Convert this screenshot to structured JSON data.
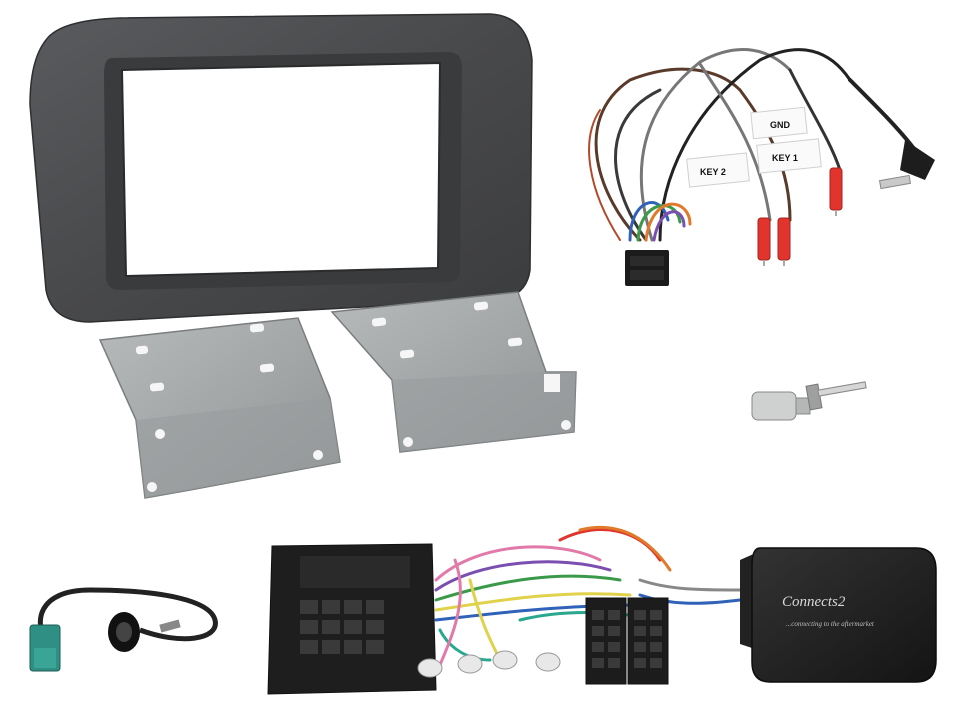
{
  "wiring": {
    "labels": {
      "gnd": "GND",
      "key2": "KEY 2",
      "key1": "KEY 1"
    }
  },
  "interface_box": {
    "brand": "Connects2",
    "tagline": "...connecting to the aftermarket"
  },
  "colors": {
    "fascia": "#4a4b4d",
    "bracket": "#a3a6a7",
    "box": "#1f1f1f",
    "connector_red": "#e0342c",
    "fakra": "#2f8f84"
  }
}
